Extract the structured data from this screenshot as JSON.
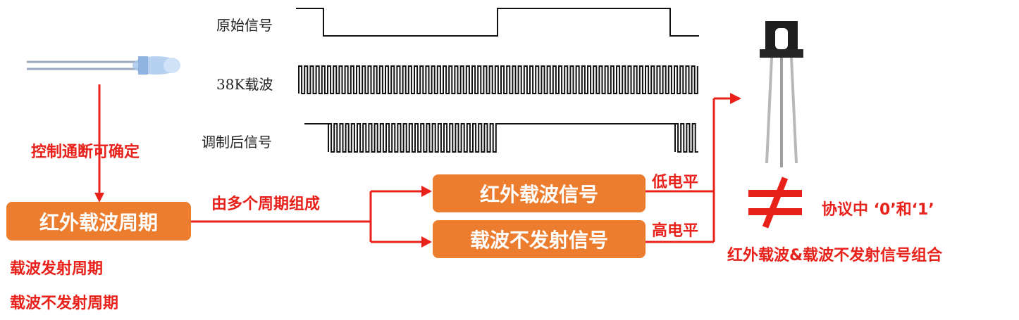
{
  "waveforms": {
    "original_label": "原始信号",
    "carrier_label": "38K载波",
    "modulated_label": "调制后信号"
  },
  "left": {
    "control_text": "控制通断可确定",
    "period_box": "红外载波周期",
    "line1": "载波发射周期",
    "line2": "载波不发射周期"
  },
  "middle": {
    "composed_text": "由多个周期组成",
    "box_top": "红外载波信号",
    "box_bottom": "载波不发射信号"
  },
  "levels": {
    "low": "低电平",
    "high": "高电平"
  },
  "right": {
    "not_equal_symbol": "≠",
    "protocol_text": "协议中 ‘0’和‘1’",
    "combo_text": "红外载波&载波不发射信号组合"
  },
  "icons": {
    "led": "ir-led-icon",
    "receiver": "ir-receiver-icon"
  },
  "colors": {
    "accent_red": "#e8211b",
    "box_orange": "#ec7d2f"
  }
}
